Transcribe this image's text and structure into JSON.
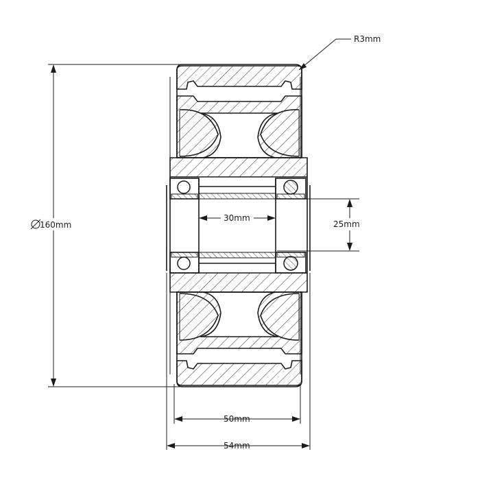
{
  "dimensions": {
    "outer_diameter": "160mm",
    "edge_radius": "R3mm",
    "bore_length": "30mm",
    "bore_diameter": "25mm",
    "tread_width": "50mm",
    "overall_width": "54mm"
  }
}
